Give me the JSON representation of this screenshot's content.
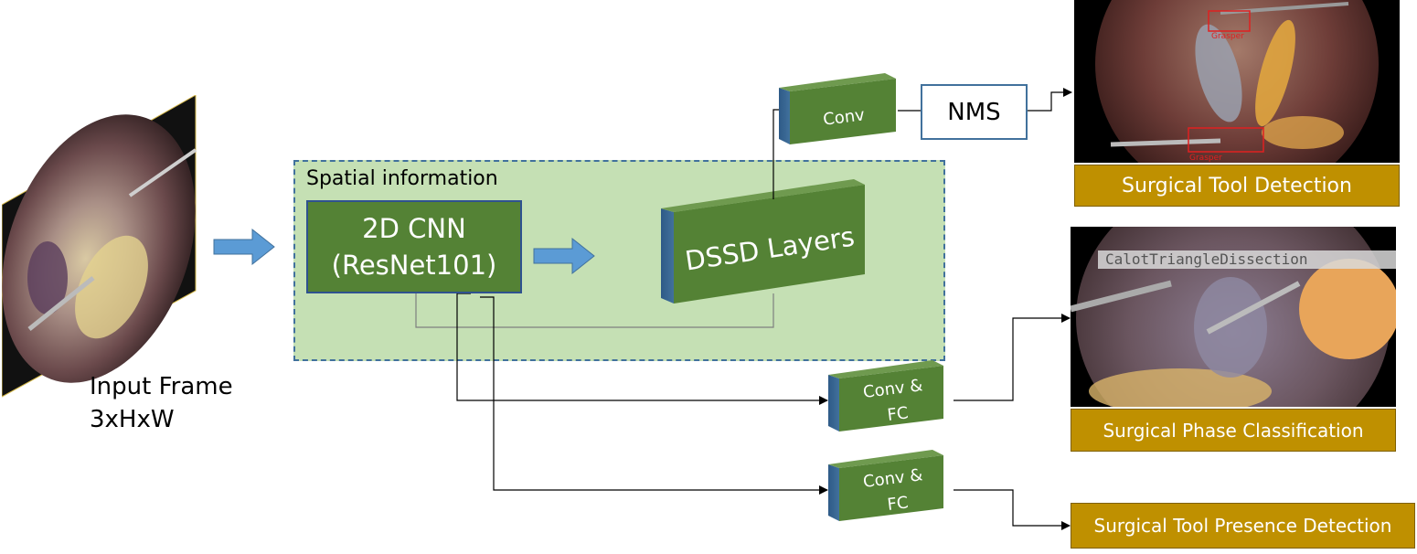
{
  "input": {
    "title": "Input Frame",
    "dims": "3xHxW"
  },
  "spatial": {
    "label": "Spatial information"
  },
  "backbone": {
    "line1": "2D CNN",
    "line2": "(ResNet101)"
  },
  "blocks": {
    "dssd": "DSSD Layers",
    "conv": "Conv",
    "conv_fc_1": {
      "line1": "Conv &",
      "line2": "FC"
    },
    "conv_fc_2": {
      "line1": "Conv &",
      "line2": "FC"
    }
  },
  "nms": "NMS",
  "outputs": {
    "detection": "Surgical Tool Detection",
    "phase": "Surgical Phase Classification",
    "presence": "Surgical Tool Presence Detection"
  },
  "detections": [
    {
      "label": "Grasper"
    },
    {
      "label": "Grasper"
    }
  ],
  "phase_overlay": "CalotTriangleDissection",
  "colors": {
    "block_green": "#548235",
    "block_side": "#41719c",
    "panel_green": "#c5e0b4",
    "caption_gold": "#bf9000",
    "arrow_blue": "#5b9bd5"
  }
}
